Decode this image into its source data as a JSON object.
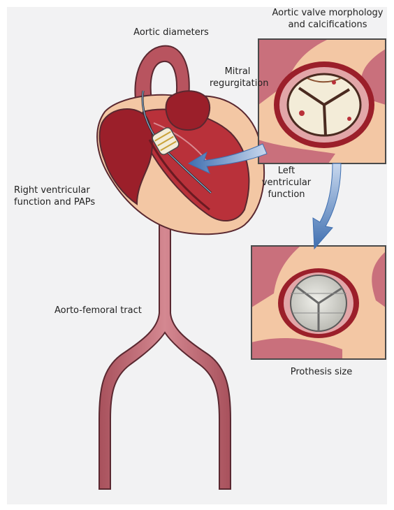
{
  "labels": {
    "aortic_valve_morphology": "Aortic valve morphology\nand calcifications",
    "aortic_diameters": "Aortic diameters",
    "mitral_regurgitation": "Mitral\nregurgitation",
    "left_ventricular_function": "Left\nventricular\nfunction",
    "right_ventricular_function": "Right ventricular\nfunction and PAPs",
    "aorto_femoral_tract": "Aorto-femoral tract",
    "prothesis_size": "Prothesis size"
  },
  "colors": {
    "tissue_dark_red": "#9b1f2a",
    "tissue_red": "#b9313a",
    "tissue_pink": "#c9707c",
    "tissue_light_pink": "#e2a6a8",
    "skin_peach": "#f3c7a4",
    "arrow_blue": "#5a86c0",
    "valve_cream": "#f3ecd8",
    "prosthesis_grey": "#cfcfc9",
    "background_grey": "#f2f2f3"
  }
}
